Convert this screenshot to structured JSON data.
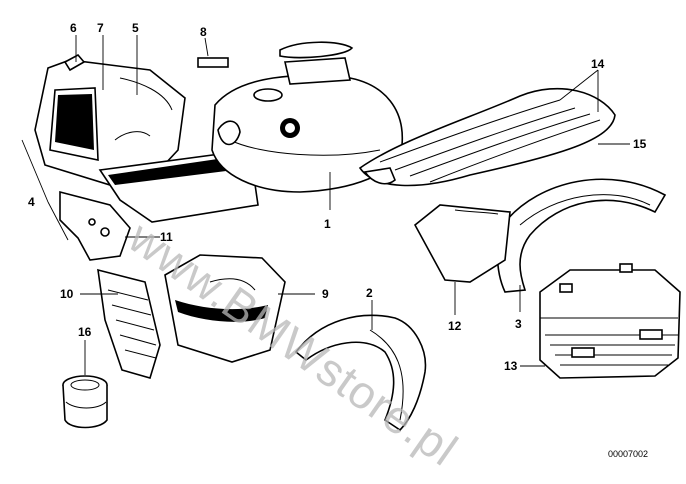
{
  "callouts": {
    "c1": "1",
    "c2": "2",
    "c3": "3",
    "c4": "4",
    "c5": "5",
    "c6": "6",
    "c7": "7",
    "c8": "8",
    "c9": "9",
    "c10": "10",
    "c11": "11",
    "c12": "12",
    "c13": "13",
    "c14": "14",
    "c15": "15",
    "c16": "16"
  },
  "watermark": "www.BMWstore.pl",
  "drawing_id": "00007002"
}
